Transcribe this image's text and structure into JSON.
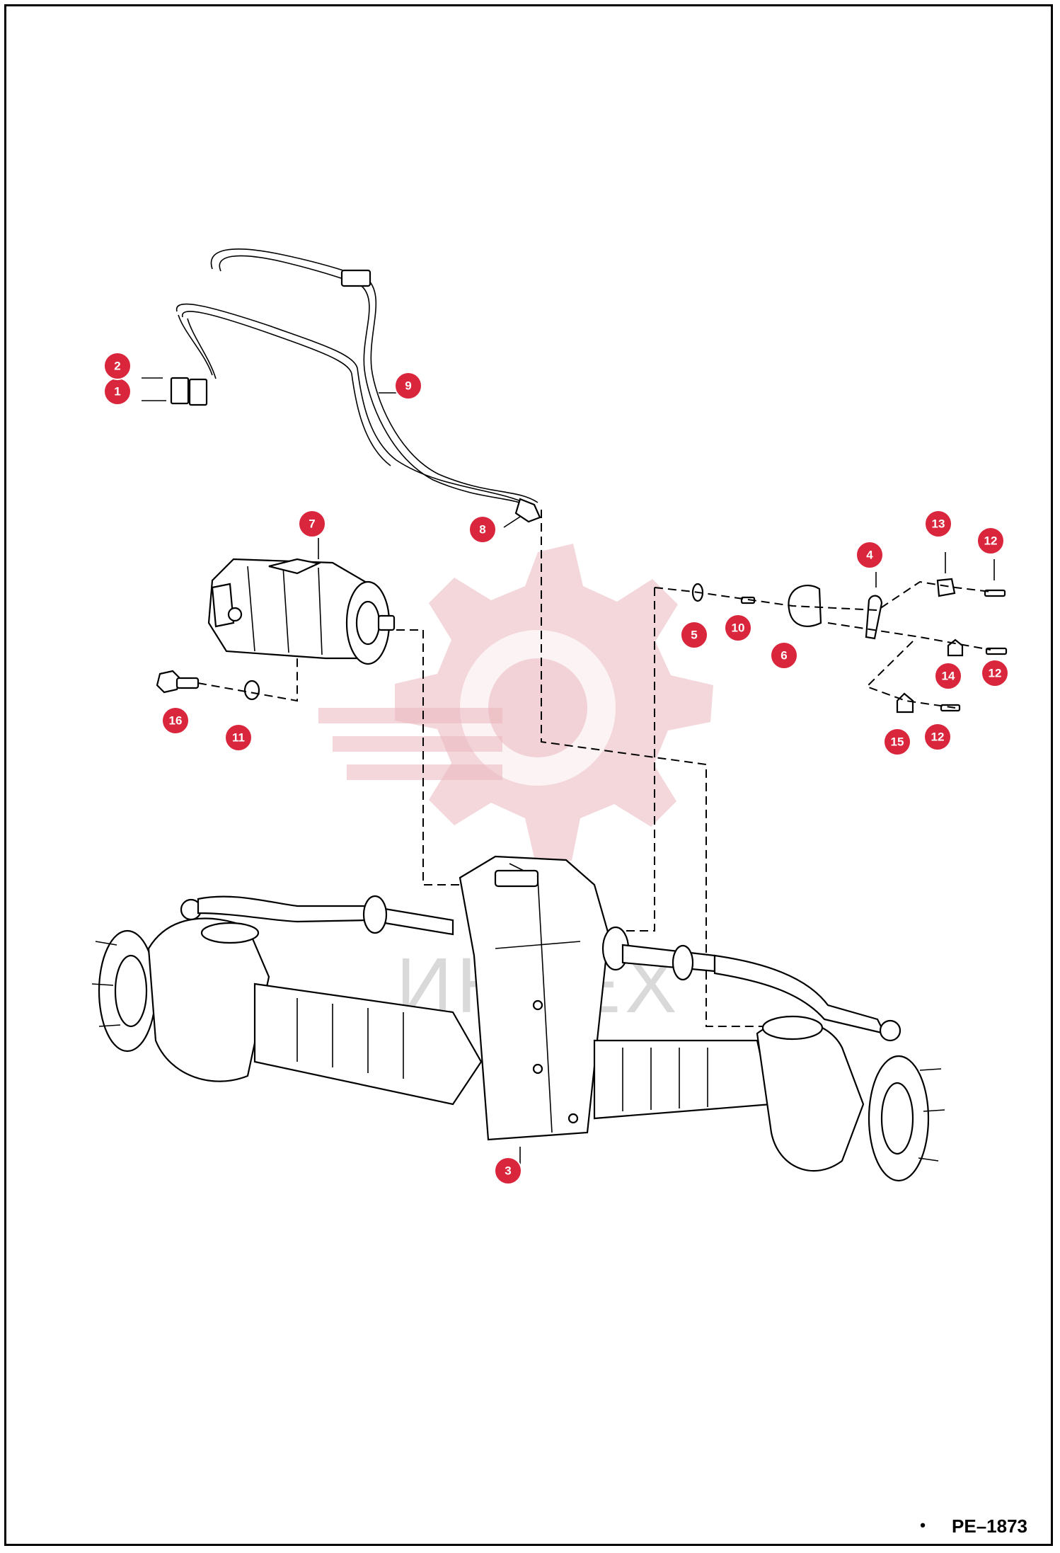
{
  "figure_code": "PE–1873",
  "watermark_text": "ИНТЕХ",
  "colors": {
    "callout": "#d9263c",
    "watermark": "#e9b6bd",
    "line": "#000000"
  },
  "callouts": [
    {
      "id": "1",
      "label": "1"
    },
    {
      "id": "2",
      "label": "2"
    },
    {
      "id": "3",
      "label": "3"
    },
    {
      "id": "4",
      "label": "4"
    },
    {
      "id": "5",
      "label": "5"
    },
    {
      "id": "6",
      "label": "6"
    },
    {
      "id": "7",
      "label": "7"
    },
    {
      "id": "8",
      "label": "8"
    },
    {
      "id": "9",
      "label": "9"
    },
    {
      "id": "10",
      "label": "10"
    },
    {
      "id": "11",
      "label": "11"
    },
    {
      "id": "12a",
      "label": "12"
    },
    {
      "id": "12b",
      "label": "12"
    },
    {
      "id": "12c",
      "label": "12"
    },
    {
      "id": "13",
      "label": "13"
    },
    {
      "id": "14",
      "label": "14"
    },
    {
      "id": "15",
      "label": "15"
    },
    {
      "id": "16",
      "label": "16"
    }
  ]
}
